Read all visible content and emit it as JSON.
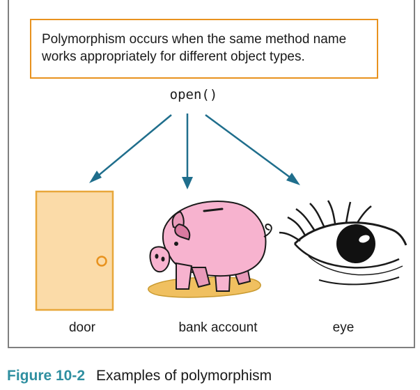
{
  "callout": {
    "text": "Polymorphism occurs when the same method name works appropriately for different object types."
  },
  "method": {
    "name": "open()"
  },
  "objects": [
    {
      "label": "door",
      "icon": "door-icon"
    },
    {
      "label": "bank account",
      "icon": "piggy-bank-icon"
    },
    {
      "label": "eye",
      "icon": "eye-icon"
    }
  ],
  "caption": {
    "number": "Figure 10-2",
    "text": "Examples of polymorphism"
  },
  "colors": {
    "arrow": "#1f6e8c",
    "callout_border": "#e8921e",
    "panel_border": "#7f7f7f",
    "caption_accent": "#2f8fa0",
    "door_fill": "#fbdba8",
    "door_border": "#e8a73a",
    "pig_fill": "#f7b3cf",
    "pig_dark": "#d97aa0"
  }
}
